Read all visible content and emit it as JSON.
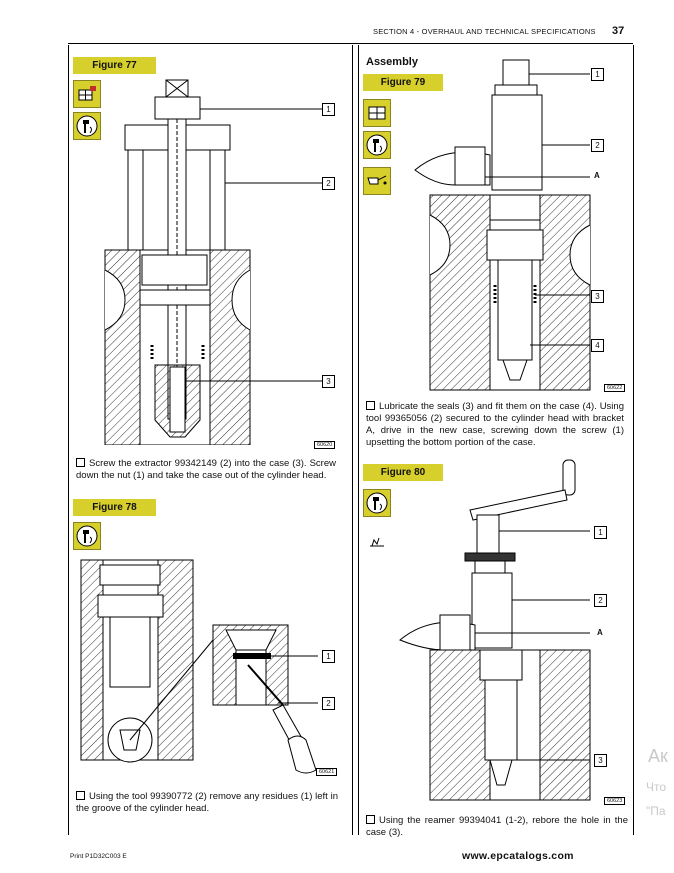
{
  "header": {
    "section_title": "SECTION 4 - OVERHAUL AND TECHNICAL SPECIFICATIONS",
    "page_number": "37"
  },
  "figure77": {
    "label": "Figure 77",
    "callouts": [
      "1",
      "2",
      "3"
    ],
    "code": "60620",
    "caption": "Screw the extractor 99342149 (2) into the case (3). Screw down the nut (1) and take the case out of the cylinder head."
  },
  "figure78": {
    "label": "Figure 78",
    "callouts": [
      "1",
      "2"
    ],
    "code": "60621",
    "caption": "Using the tool 99390772 (2) remove any residues (1) left in the groove of the cylinder head."
  },
  "assembly": {
    "title": "Assembly"
  },
  "figure79": {
    "label": "Figure 79",
    "callouts": [
      "1",
      "2",
      "3",
      "4"
    ],
    "letter": "A",
    "code": "60622",
    "caption": "Lubricate the seals (3) and fit them on the case (4). Using tool 99365056 (2) secured to the cylinder head with bracket A, drive in the new case, screwing down the screw (1) upsetting the bottom portion of the case."
  },
  "figure80": {
    "label": "Figure 80",
    "callouts": [
      "1",
      "2",
      "3"
    ],
    "letter": "A",
    "code": "60623",
    "caption": "Using the reamer 99394041 (1-2), rebore the hole in the case (3)."
  },
  "footer": {
    "print_code": "Print P1D32C003 E",
    "url": "www.epcatalogs.com",
    "watermark_line1": "Ак",
    "watermark_line2": "Что",
    "watermark_line3": "\"Па"
  },
  "icons": {
    "disassembly": "disassembly-icon",
    "tool": "special-tool-icon",
    "assembly": "assembly-icon",
    "lubricate": "oil-can-icon",
    "reaming": "reaming-icon"
  }
}
